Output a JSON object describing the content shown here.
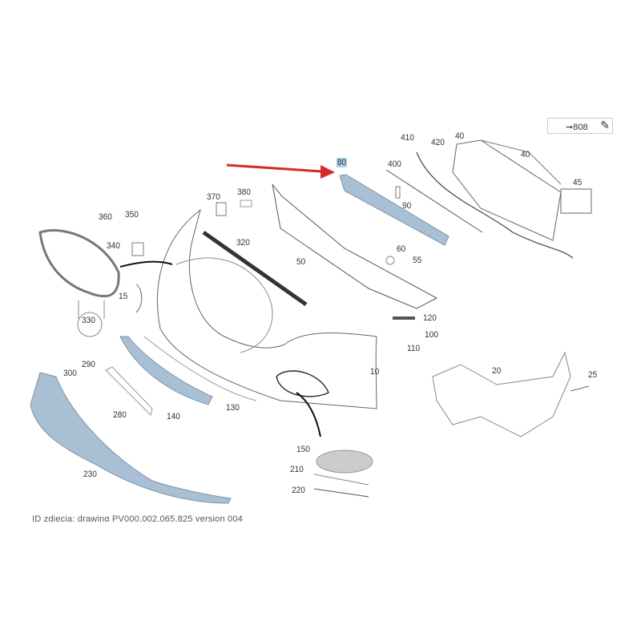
{
  "reference": {
    "label": "808",
    "arrow_icon": "arrow-right",
    "edit_icon": "edit-icon"
  },
  "highlight_color": "#a9d3e8",
  "arrow_color": "#d42a2a",
  "part_fill": "#a9bfd3",
  "parts": {
    "p410": "410",
    "p420": "420",
    "p40a": "40",
    "p40b": "40",
    "p45": "45",
    "p80": "80",
    "p400": "400",
    "p90": "90",
    "p370": "370",
    "p380": "380",
    "p360": "360",
    "p350": "350",
    "p340": "340",
    "p320": "320",
    "p50": "50",
    "p60": "60",
    "p55": "55",
    "p15": "15",
    "p330": "330",
    "p120": "120",
    "p100": "100",
    "p110": "110",
    "p10": "10",
    "p20": "20",
    "p25": "25",
    "p300": "300",
    "p290": "290",
    "p280": "280",
    "p140": "140",
    "p130": "130",
    "p150": "150",
    "p210": "210",
    "p220": "220",
    "p230": "230"
  },
  "caption": "ID zdjecia: drawing  PV000.002.065.825  version  004"
}
